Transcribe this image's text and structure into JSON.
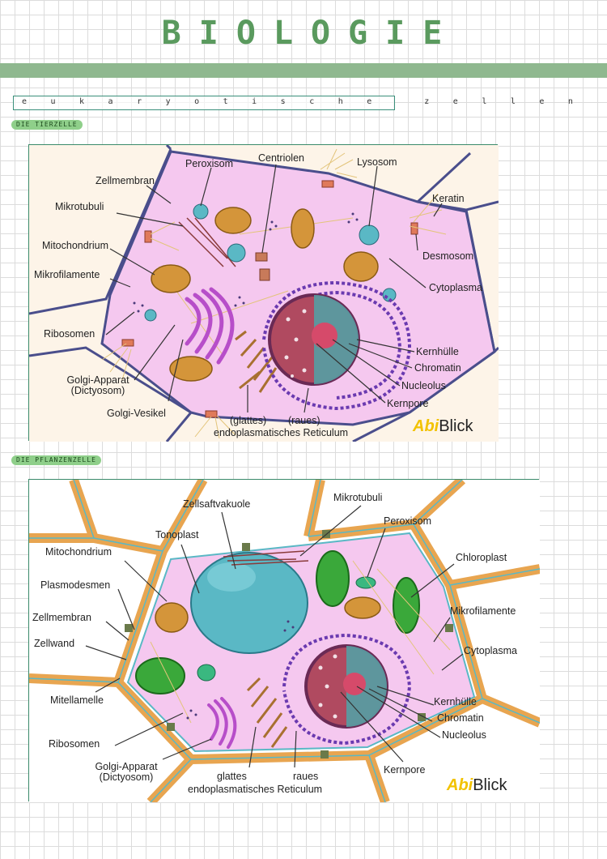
{
  "title": "BIOLOGIE",
  "subtitle": "eukaryotische zellen",
  "animal_cell": {
    "section_label": "DIE TIERZELLE",
    "labels": {
      "peroxisom": "Peroxisom",
      "centriolen": "Centriolen",
      "lysosom": "Lysosom",
      "zellmembran": "Zellmembran",
      "keratin": "Keratin",
      "mikrotubuli": "Mikrotubuli",
      "mitochondrium": "Mitochondrium",
      "desmosom": "Desmosom",
      "mikrofilamente": "Mikrofilamente",
      "cytoplasma": "Cytoplasma",
      "ribosomen": "Ribosomen",
      "kernhuelle": "Kernhülle",
      "chromatin": "Chromatin",
      "golgi_apparat": "Golgi-Apparat",
      "dictyosom": "(Dictyosom)",
      "nucleolus": "Nucleolus",
      "kernpore": "Kernpore",
      "golgi_vesikel": "Golgi-Vesikel",
      "glattes": "(glattes)",
      "raues": "(raues)",
      "er": "endoplasmatisches Reticulum"
    },
    "logo_a": "Abi",
    "logo_b": "Blick"
  },
  "plant_cell": {
    "section_label": "DIE PFLANZENZELLE",
    "labels": {
      "zellsaftvakuole": "Zellsaftvakuole",
      "mikrotubuli": "Mikrotubuli",
      "peroxisom": "Peroxisom",
      "tonoplast": "Tonoplast",
      "chloroplast": "Chloroplast",
      "mitochondrium": "Mitochondrium",
      "plasmodesmen": "Plasmodesmen",
      "mikrofilamente": "Mikrofilamente",
      "zellmembran": "Zellmembran",
      "cytoplasma": "Cytoplasma",
      "zellwand": "Zellwand",
      "mitellamelle": "Mitellamelle",
      "kernhuelle": "Kernhülle",
      "chromatin": "Chromatin",
      "ribosomen": "Ribosomen",
      "nucleolus": "Nucleolus",
      "golgi_apparat": "Golgi-Apparat",
      "dictyosom": "(Dictyosom)",
      "kernpore": "Kernpore",
      "glattes": "glattes",
      "raues": "raues",
      "er": "endoplasmatisches Reticulum"
    },
    "logo_a": "Abi",
    "logo_b": "Blick"
  }
}
